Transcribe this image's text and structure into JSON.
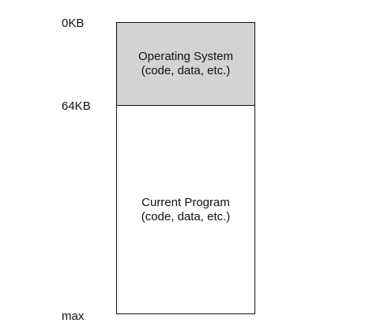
{
  "address_labels": {
    "top": "0KB",
    "os_end": "64KB",
    "bottom": "max"
  },
  "regions": {
    "os": {
      "line1": "Operating System",
      "line2": "(code, data, etc.)",
      "fill": "#d3d3d3"
    },
    "program": {
      "line1": "Current Program",
      "line2": "(code, data, etc.)",
      "fill": "#ffffff"
    }
  }
}
